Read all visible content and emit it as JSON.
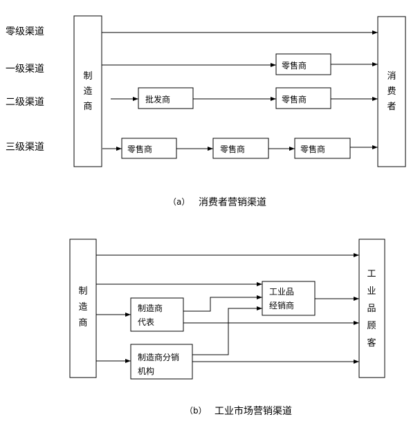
{
  "diagram_a": {
    "channel_labels": [
      "零级渠道",
      "一级渠道",
      "二级渠道",
      "三级渠道"
    ],
    "manufacturer_chars": [
      "制",
      "造",
      "商"
    ],
    "consumer_chars": [
      "消",
      "费",
      "者"
    ],
    "retailer": "零售商",
    "wholesaler": "批发商",
    "caption_letter": "（a）",
    "caption_text": "消费者营销渠道"
  },
  "diagram_b": {
    "manufacturer_chars": [
      "制",
      "造",
      "商"
    ],
    "rep_lines": [
      "制造商",
      "代表"
    ],
    "branch_lines": [
      "制造商分销",
      "机构"
    ],
    "distributor_lines": [
      "工业品",
      "经销商"
    ],
    "customer_chars": [
      "工",
      "业",
      "品",
      "顾",
      "客"
    ],
    "caption_letter": "（b）",
    "caption_text": "工业市场营销渠道"
  }
}
